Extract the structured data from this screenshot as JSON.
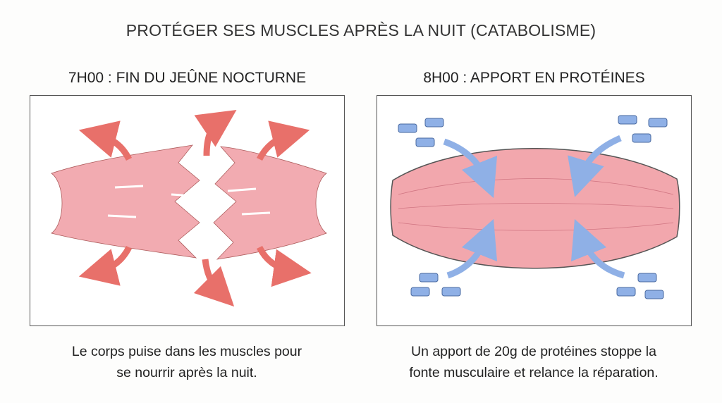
{
  "title": "PROTÉGER SES MUSCLES APRÈS LA NUIT (CATABOLISME)",
  "left": {
    "heading": "7H00 : FIN DU JEÛNE NOCTURNE",
    "caption_line1": "Le corps puise dans les muscles pour",
    "caption_line2": "se nourrir après la nuit."
  },
  "right": {
    "heading": "8H00 : APPORT EN PROTÉINES",
    "caption_line1": "Un apport de 20g de protéines stoppe la",
    "caption_line2": "fonte musculaire et relance la réparation."
  },
  "colors": {
    "muscle": "#f2a7ad",
    "red_arrow": "#e8706a",
    "blue": "#8fb0e6",
    "outline": "#555555"
  }
}
